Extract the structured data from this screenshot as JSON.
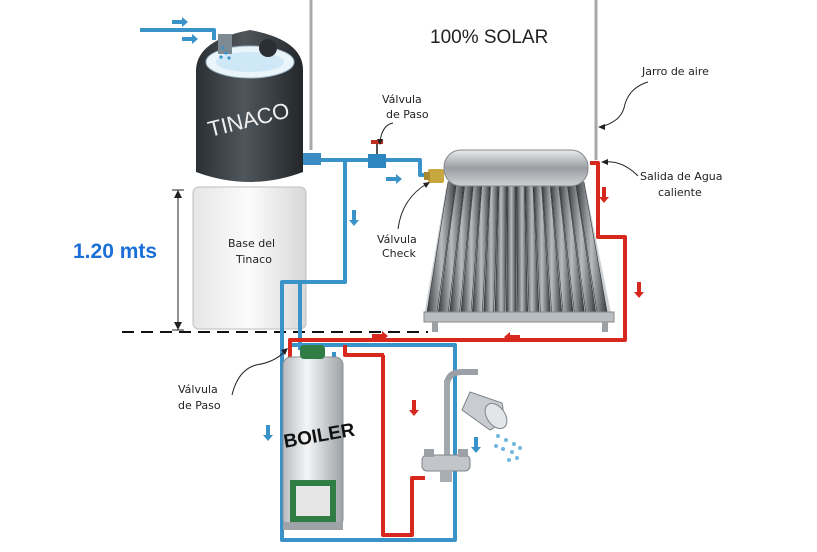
{
  "diagram": {
    "title": "100% SOLAR",
    "height_label": "1.20 mts",
    "tinaco": {
      "label": "TINACO"
    },
    "base": {
      "line1": "Base del",
      "line2": "Tinaco"
    },
    "boiler": {
      "label": "BOILER"
    },
    "valve_top": {
      "line1": "Válvula",
      "line2": "de Paso"
    },
    "valve_check": {
      "line1": "Válvula",
      "line2": "Check"
    },
    "valve_bottom": {
      "line1": "Válvula",
      "line2": "de Paso"
    },
    "air_vent": {
      "label": "Jarro de aire"
    },
    "hot_outlet": {
      "line1": "Salida de Agua",
      "line2": "caliente"
    }
  },
  "colors": {
    "cold_pipe": "#3a93c8",
    "hot_pipe": "#d8281e",
    "label_blue": "#1d6fd8",
    "tank": "#3c4246"
  }
}
